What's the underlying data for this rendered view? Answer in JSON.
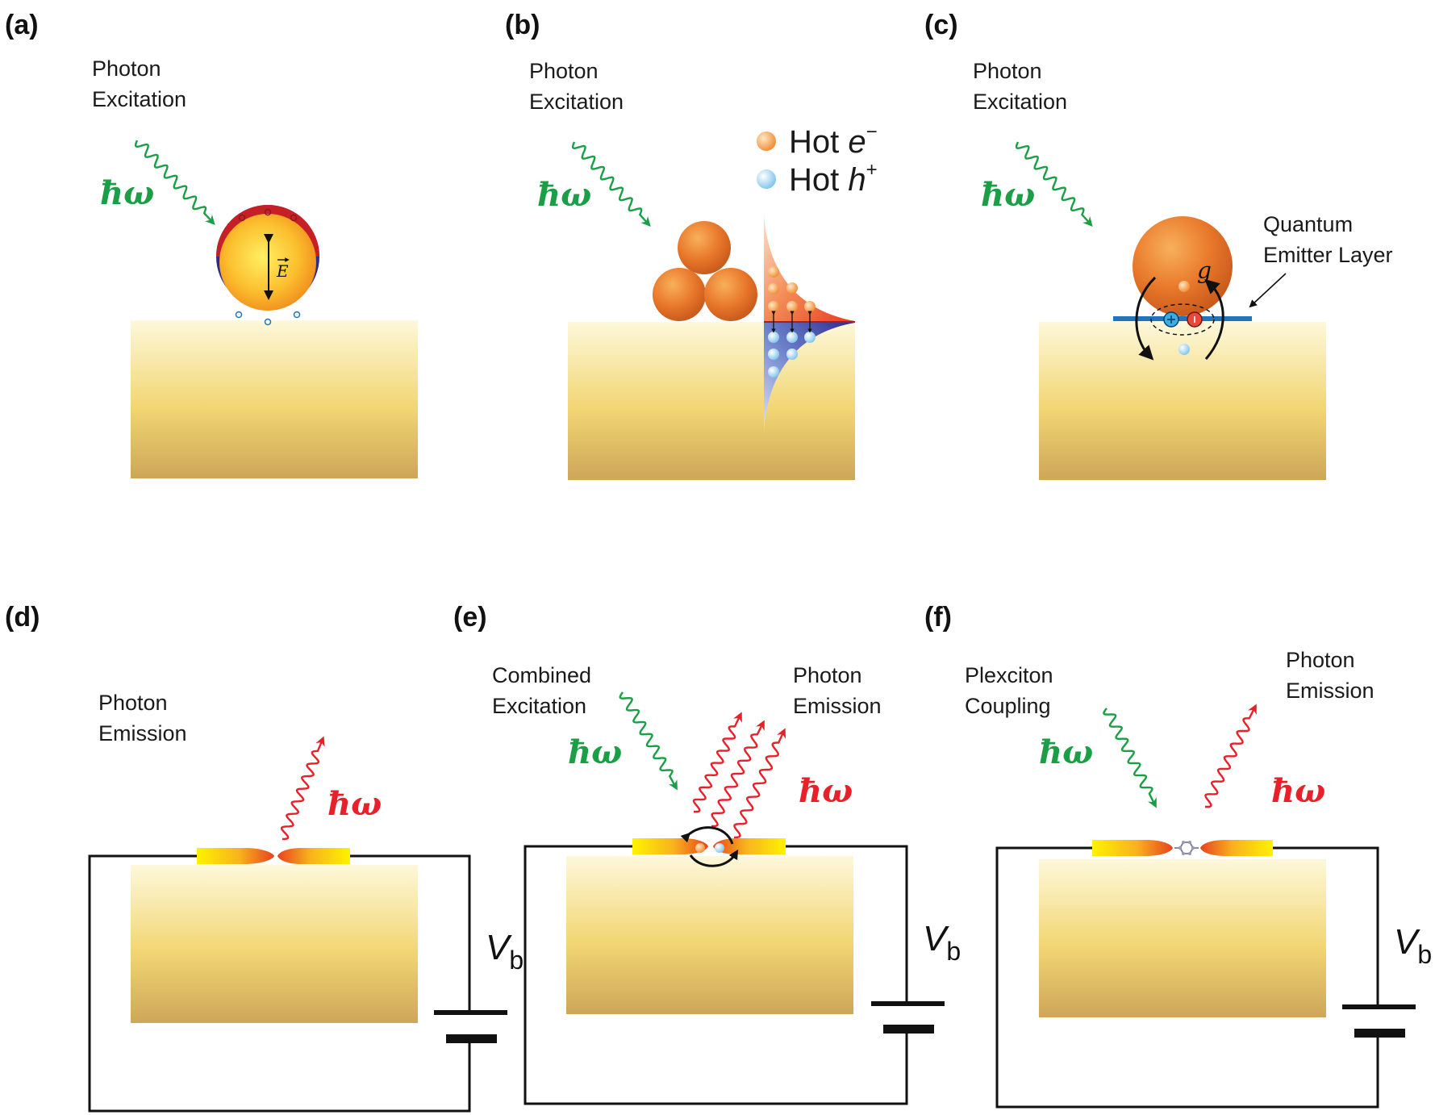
{
  "panels": {
    "a": {
      "label": "(a)",
      "caption_lines": [
        "Photon",
        "Excitation"
      ],
      "photon_symbol": "ħω",
      "field_symbol": "E"
    },
    "b": {
      "label": "(b)",
      "caption_lines": [
        "Photon",
        "Excitation"
      ],
      "photon_symbol": "ħω",
      "legend": {
        "hot_electron": {
          "text": "Hot",
          "var": "e",
          "sup": "−"
        },
        "hot_hole": {
          "text": "Hot",
          "var": "h",
          "sup": "+"
        }
      }
    },
    "c": {
      "label": "(c)",
      "caption_lines": [
        "Photon",
        "Excitation"
      ],
      "photon_symbol": "ħω",
      "annotation_lines": [
        "Quantum",
        "Emitter Layer"
      ],
      "coupling_symbol": "g"
    },
    "d": {
      "label": "(d)",
      "caption_lines": [
        "Photon",
        "Emission"
      ],
      "photon_symbol": "ħω"
    },
    "e": {
      "label": "(e)",
      "left_caption_lines": [
        "Combined",
        "Excitation"
      ],
      "right_caption_lines": [
        "Photon",
        "Emission"
      ],
      "photon_symbol_in": "ħω",
      "photon_symbol_out": "ħω",
      "bias_symbol": "V",
      "bias_subscript": "b"
    },
    "f": {
      "label": "(f)",
      "left_caption_lines": [
        "Plexciton",
        "Coupling"
      ],
      "right_caption_lines": [
        "Photon",
        "Emission"
      ],
      "photon_symbol_in": "ħω",
      "photon_symbol_out": "ħω",
      "bias_symbol": "V",
      "bias_subscript": "b"
    }
  },
  "d_bias": {
    "symbol": "V",
    "subscript": "b"
  },
  "colors": {
    "excitation_green": "#1a9e46",
    "emission_red": "#e8202a",
    "substrate_top": "#fdf7d4",
    "substrate_mid": "#f2d774",
    "substrate_bottom": "#cfa75a",
    "electrode_yellow": "#fff200",
    "emitter_layer_blue": "#1f74bb"
  }
}
